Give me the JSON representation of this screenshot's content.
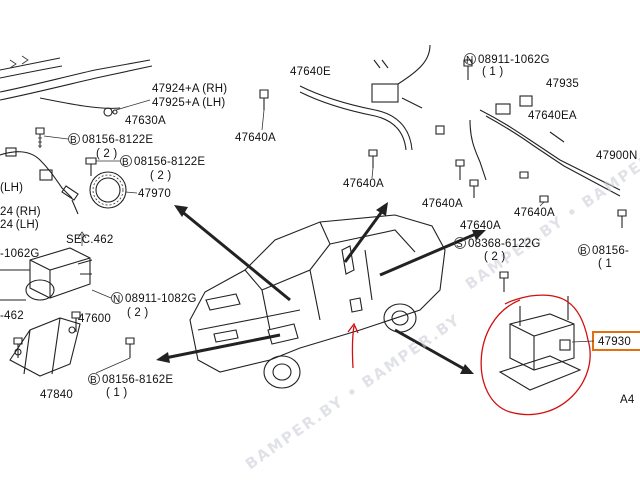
{
  "labels": {
    "p47924": "47924+A (RH)",
    "p47925": "47925+A (LH)",
    "p47630a": "47630A",
    "b08156_8122e_a": "08156-8122E",
    "b08156_8122e_a_qty": "( 2 )",
    "b08156_8122e_b": "08156-8122E",
    "b08156_8122e_b_qty": "( 2 )",
    "p47970": "47970",
    "rh24": "24 (RH)",
    "lh24": "24 (LH)",
    "lh_top": "(LH)",
    "sec462": "SEC.462",
    "n1062g_left": "-1062G",
    "p462": "-462",
    "n08911_1082g": "08911-1082G",
    "n08911_1082g_qty": "( 2 )",
    "p47600": "47600",
    "p47840": "47840",
    "b08156_8162e": "08156-8162E",
    "b08156_8162e_qty": "( 1 )",
    "p47640e": "47640E",
    "p47640a_1": "47640A",
    "p47640a_2": "47640A",
    "p47640a_3": "47640A",
    "p47640a_4": "47640A",
    "p47640a_5": "47640A",
    "n08911_1062g": "08911-1062G",
    "n08911_1062g_qty": "( 1 )",
    "p47935": "47935",
    "p47640ea": "47640EA",
    "p47900n": "47900N",
    "s08368_6122g": "08368-6122G",
    "s08368_6122g_qty": "( 2 )",
    "b08156_right": "08156-",
    "b08156_right_qty": "( 1",
    "p47930": "47930",
    "a4": "A4",
    "letter_b": "B",
    "letter_n": "N",
    "letter_s": "S"
  },
  "watermarks": [
    "BAMPER.BY • BAMPER.BY",
    "BAMPER.BY • BAMPER.BY"
  ],
  "colors": {
    "line": "#222222",
    "highlight_red": "#d21010",
    "callout_orange": "#e07010",
    "watermark": "#c9ccd6"
  }
}
